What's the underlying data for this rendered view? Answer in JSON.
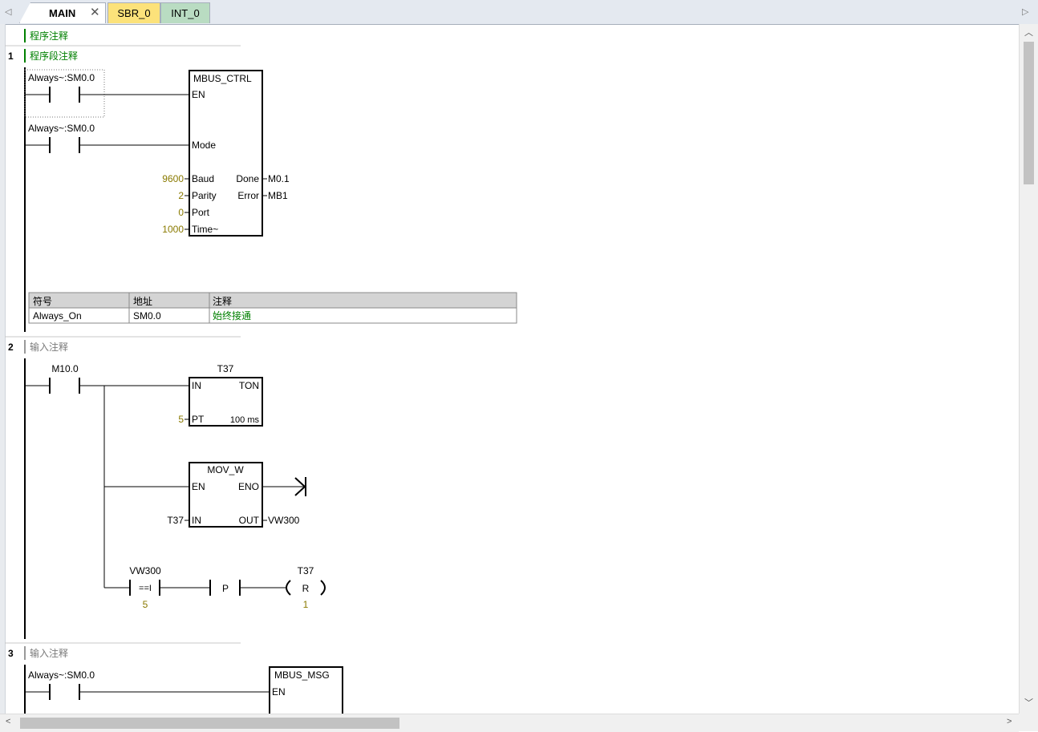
{
  "tabs": [
    {
      "label": "MAIN",
      "close": "✕"
    },
    {
      "label": "SBR_0"
    },
    {
      "label": "INT_0"
    }
  ],
  "program_comment": "程序注释",
  "networks": [
    {
      "number": "1",
      "comment": "程序段注释",
      "contact1": "Always~:SM0.0",
      "contact2": "Always~:SM0.0",
      "box": {
        "title": "MBUS_CTRL",
        "en": "EN",
        "mode": "Mode",
        "baud": "Baud",
        "parity": "Parity",
        "port": "Port",
        "time": "Time~",
        "done": "Done",
        "error": "Error"
      },
      "inputs": {
        "baud": "9600",
        "parity": "2",
        "port": "0",
        "time": "1000"
      },
      "outputs": {
        "done": "M0.1",
        "error": "MB1"
      },
      "symbol_table": {
        "headers": [
          "符号",
          "地址",
          "注释"
        ],
        "row": [
          "Always_On",
          "SM0.0",
          "始终接通"
        ]
      }
    },
    {
      "number": "2",
      "comment": "输入注释",
      "contact": "M10.0",
      "timer": {
        "name": "T37",
        "in": "IN",
        "type": "TON",
        "pt": "PT",
        "base": "100 ms",
        "pt_value": "5"
      },
      "mov": {
        "title": "MOV_W",
        "en": "EN",
        "eno": "ENO",
        "in": "IN",
        "out": "OUT",
        "in_value": "T37",
        "out_value": "VW300"
      },
      "compare": {
        "operand": "VW300",
        "op": "==I",
        "value": "5"
      },
      "pulse": "P",
      "reset": {
        "operand": "T37",
        "op": "R",
        "count": "1"
      }
    },
    {
      "number": "3",
      "comment": "输入注释",
      "contact": "Always~:SM0.0",
      "box": {
        "title": "MBUS_MSG",
        "en": "EN"
      }
    }
  ],
  "icons": {
    "tab_left": "◁",
    "tab_right": "▷",
    "scroll_up": "︿",
    "scroll_down": "﹀",
    "scroll_left": "<",
    "scroll_right": ">"
  }
}
